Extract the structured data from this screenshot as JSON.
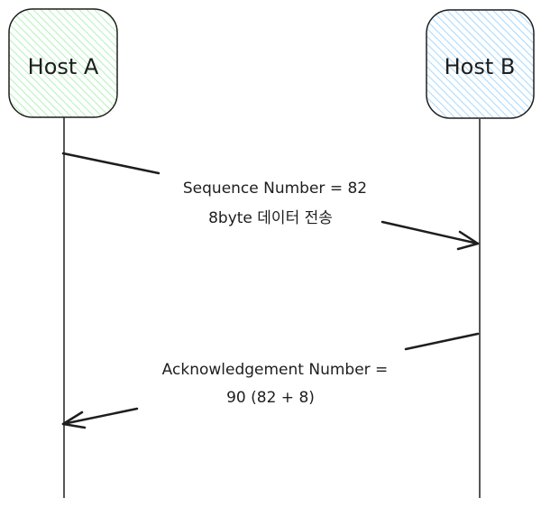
{
  "hosts": {
    "a": {
      "label": "Host A",
      "fill": "#b2f2bb"
    },
    "b": {
      "label": "Host B",
      "fill": "#a5d8ff"
    }
  },
  "messages": {
    "seq": {
      "line1": "Sequence Number = 82",
      "line2": "8byte 데이터 전송"
    },
    "ack": {
      "line1": "Acknowledgement Number =",
      "line2": "90 (82 + 8)"
    }
  },
  "colors": {
    "stroke": "#1e1e1e"
  }
}
